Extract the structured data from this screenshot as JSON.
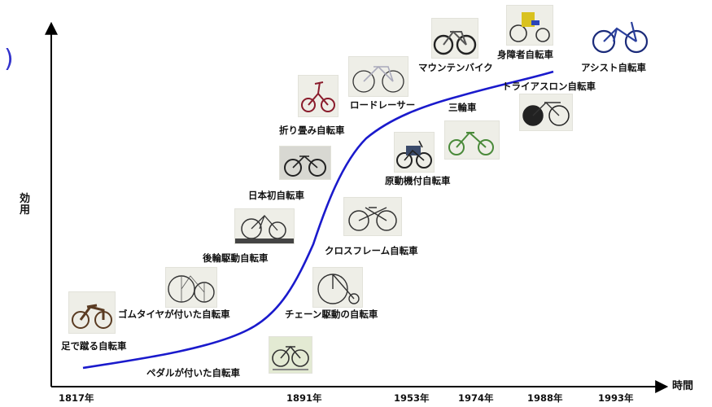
{
  "axes": {
    "y_label": "効\n用",
    "x_label": "時間",
    "corner_mark": ")"
  },
  "years": [
    "1817年",
    "1891年",
    "1953年",
    "1974年",
    "1988年",
    "1993年"
  ],
  "milestones": [
    {
      "label": "足で蹴る自転車",
      "icon": "running-machine-icon"
    },
    {
      "label": "ペダルが付いた自転車",
      "icon": "pedal-bicycle-icon"
    },
    {
      "label": "ゴムタイヤが付いた自転車",
      "icon": "rubber-tire-bicycle-icon"
    },
    {
      "label": "チェーン駆動の自転車",
      "icon": "high-wheeler-icon"
    },
    {
      "label": "後輪駆動自転車",
      "icon": "rear-drive-bicycle-icon"
    },
    {
      "label": "クロスフレーム自転車",
      "icon": "cross-frame-bicycle-icon"
    },
    {
      "label": "日本初自転車",
      "icon": "first-japanese-bicycle-icon"
    },
    {
      "label": "原動機付自転車",
      "icon": "moped-icon"
    },
    {
      "label": "折り畳み自転車",
      "icon": "folding-bicycle-icon"
    },
    {
      "label": "ロードレーサー",
      "icon": "road-racer-icon"
    },
    {
      "label": "三輪車",
      "icon": "tricycle-icon"
    },
    {
      "label": "マウンテンバイク",
      "icon": "mountain-bike-icon"
    },
    {
      "label": "トライアスロン自転車",
      "icon": "triathlon-bicycle-icon"
    },
    {
      "label": "身障者自転車",
      "icon": "handcycle-icon"
    },
    {
      "label": "アシスト自転車",
      "icon": "assist-bicycle-icon"
    }
  ],
  "colors": {
    "curve": "#1a1acc",
    "axis": "#000000",
    "corner_mark": "#3333cc"
  }
}
